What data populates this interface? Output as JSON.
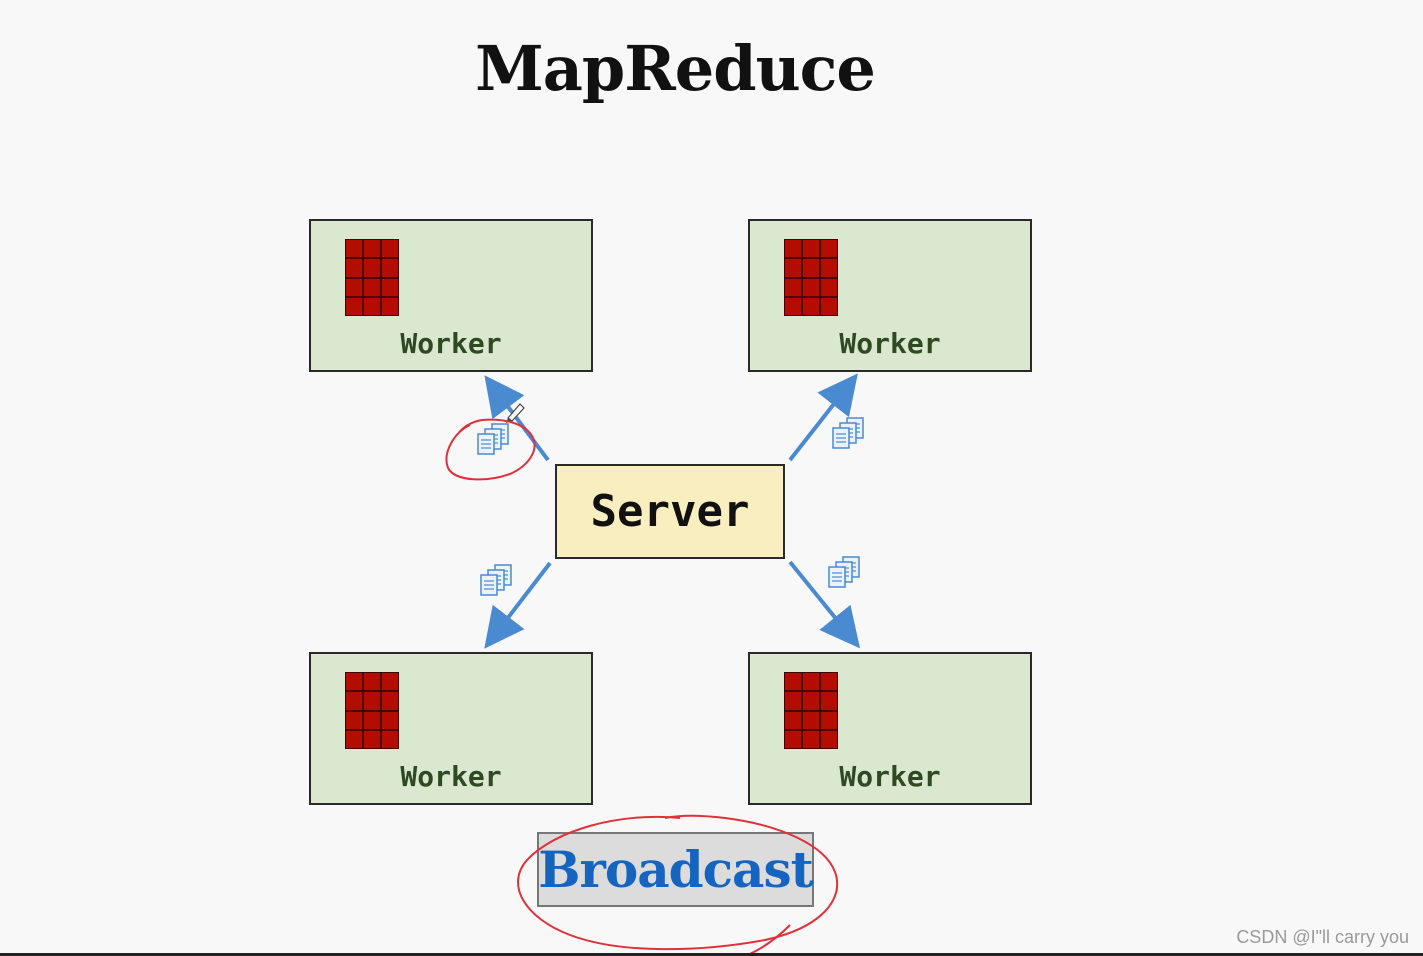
{
  "title": "MapReduce",
  "server": {
    "label": "Server"
  },
  "workers": [
    {
      "label": "Worker"
    },
    {
      "label": "Worker"
    },
    {
      "label": "Worker"
    },
    {
      "label": "Worker"
    }
  ],
  "broadcast": {
    "label": "Broadcast"
  },
  "watermark": "CSDN @I\"ll  carry  you",
  "colors": {
    "worker_fill": "#dbe8d0",
    "server_fill": "#f8eec0",
    "grid_red": "#b30c00",
    "arrow_blue": "#4a8ad0",
    "annotation_red": "#e0303a",
    "broadcast_text": "#1565c0"
  },
  "icons": [
    "documents-icon",
    "documents-icon",
    "documents-icon",
    "documents-icon",
    "pencil-cursor-icon"
  ]
}
